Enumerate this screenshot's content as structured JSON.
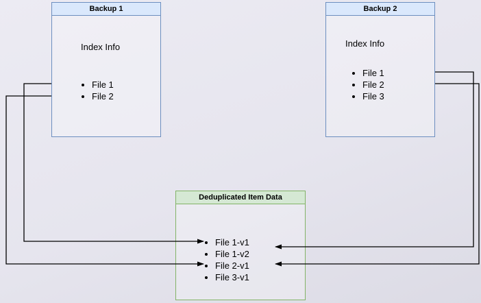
{
  "backup1": {
    "title": "Backup 1",
    "subtitle": "Index Info",
    "files": [
      "File 1",
      "File 2"
    ]
  },
  "backup2": {
    "title": "Backup 2",
    "subtitle": "Index Info",
    "files": [
      "File 1",
      "File 2",
      "File 3"
    ]
  },
  "dedup": {
    "title": "Deduplicated Item Data",
    "items": [
      "File 1-v1",
      "File 1-v2",
      "File 2-v1",
      "File 3-v1"
    ]
  },
  "connections": [
    {
      "from": "Backup 1 / File 1",
      "to": "File 1-v1"
    },
    {
      "from": "Backup 1 / File 2",
      "to": "File 2-v1"
    },
    {
      "from": "Backup 2 / File 1",
      "to": "File 1-v2"
    },
    {
      "from": "Backup 2 / File 2",
      "to": "File 2-v1"
    }
  ],
  "colors": {
    "blue_border": "#6c8ebf",
    "blue_header_fill": "#dae8fc",
    "green_border": "#82b366",
    "green_header_fill": "#d5e8d4",
    "arrow": "#000000"
  }
}
